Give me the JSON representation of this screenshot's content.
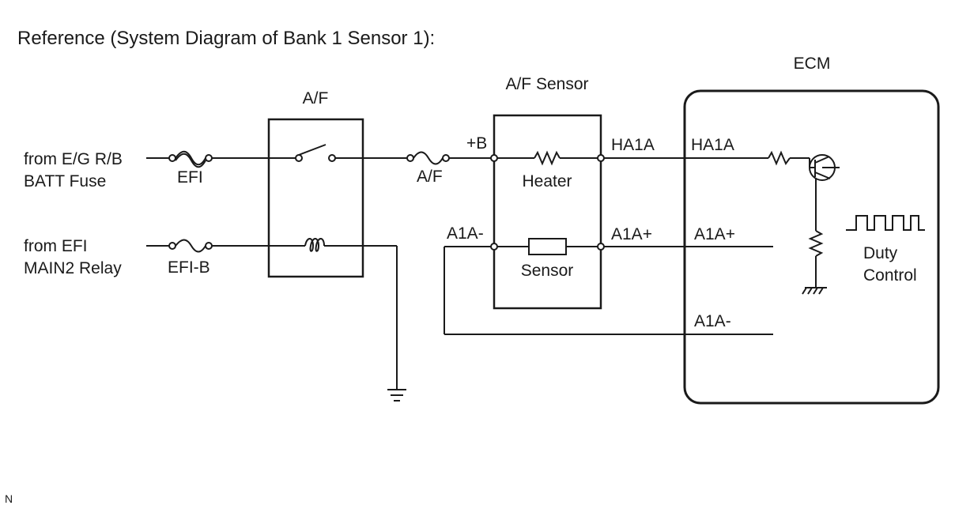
{
  "title": "Reference (System Diagram of Bank 1 Sensor 1):",
  "sources": {
    "batt": {
      "line1": "from E/G R/B",
      "line2": "BATT Fuse"
    },
    "efi_main2": {
      "line1": "from EFI",
      "line2": "MAIN2 Relay"
    }
  },
  "fuses": {
    "efi": "EFI",
    "efi_b": "EFI-B",
    "af": "A/F"
  },
  "relay": {
    "label": "A/F"
  },
  "sensor": {
    "title": "A/F Sensor",
    "plus_b": "+B",
    "heater": "Heater",
    "element": "Sensor",
    "pin_ha1a": "HA1A",
    "pin_a1a_plus": "A1A+",
    "pin_a1a_minus": "A1A-"
  },
  "ecm": {
    "title": "ECM",
    "pin_ha1a": "HA1A",
    "pin_a1a_plus": "A1A+",
    "pin_a1a_minus": "A1A-",
    "duty_line1": "Duty",
    "duty_line2": "Control"
  },
  "corner_mark": "N"
}
